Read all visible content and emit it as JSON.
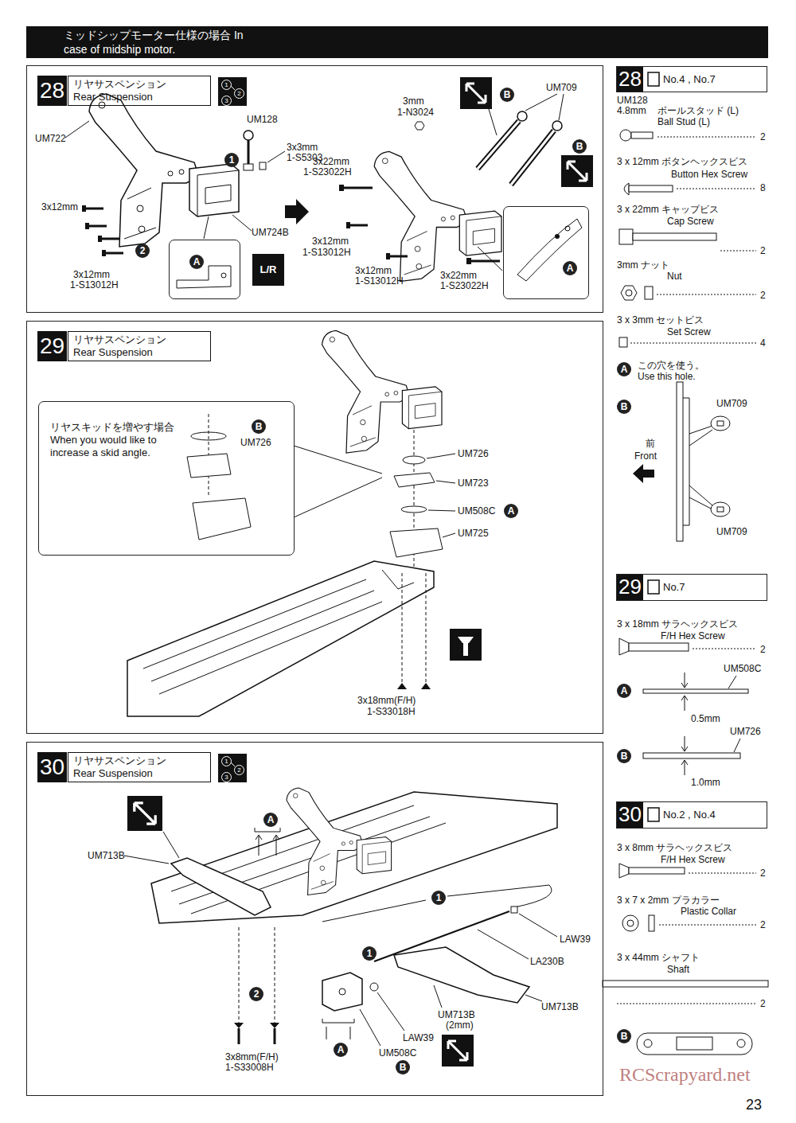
{
  "diagram": {
    "title": "ミッドシップモーター仕様の場合 In case of midship motor.",
    "nodes": [
      {
        "text": [
          "28",
          "リヤサスペンション Rear Suspension"
        ]
      },
      {
        "text": [
          "A"
        ],
        "in": 0
      },
      {
        "text": [
          "A"
        ],
        "in": 0
      },
      {
        "text": [
          "L/R"
        ],
        "in": 0
      },
      {
        "text": [
          "29",
          "リヤサスペンション Rear Suspension"
        ]
      },
      {
        "text": [
          "リヤスキッドを増やす場合 When you would like to increase a skid angle."
        ],
        "in": 4
      },
      {
        "text": [
          "30",
          "リヤサスペンション Rear Suspension"
        ]
      },
      {
        "text": [
          "28",
          "No.4 , No.7"
        ]
      },
      {
        "text": [
          "29",
          "No.7"
        ]
      },
      {
        "text": [
          "30",
          "No.2 , No.4"
        ]
      }
    ],
    "labels": [
      "1",
      "2",
      "3",
      "UM722",
      "UM128",
      "1",
      "3x3mm",
      "1-S5303",
      "3x12mm",
      "UM724B",
      "2",
      "3x12mm",
      "1-S13012H",
      "3mm",
      "1-N3024",
      "UM709",
      "B",
      "B",
      "3x22mm",
      "1-S23022H",
      "3x12mm",
      "1-S13012H",
      "3x12mm",
      "1-S13012H",
      "3x22mm",
      "1-S23022H",
      "B",
      "UM726",
      "UM726",
      "UM723",
      "UM508C",
      "A",
      "UM725",
      "3x18mm(F/H)",
      "1-S33018H",
      "1",
      "2",
      "3",
      "UM713B",
      "A",
      "1",
      "1",
      "LAW39",
      "LA230B",
      "UM713B",
      "UM713B",
      "(2mm)",
      "LAW39",
      "2",
      "3x8mm(F/H)",
      "1-S33008H",
      "A",
      "UM508C",
      "B",
      "UM128",
      "4.8mm",
      "ボールスタッド (L)",
      "Ball Stud (L)",
      "2",
      "3 x 12mm ボタンヘックスビス",
      "Button Hex Screw",
      "8",
      "3 x 22mm キャップビス",
      "Cap Screw",
      "2",
      "3mm ナット",
      "Nut",
      "2",
      "3 x 3mm セットビス",
      "Set Screw",
      "4",
      "A",
      "この穴を使う。",
      "Use this hole.",
      "B",
      "UM709",
      "前",
      "Front",
      "UM709",
      "3 x 18mm サラヘックスビス",
      "F/H Hex Screw",
      "2",
      "UM508C",
      "A",
      "0.5mm",
      "UM726",
      "B",
      "1.0mm",
      "3 x 8mm サラヘックスビス",
      "F/H Hex Screw",
      "2",
      "3 x 7 x 2mm プラカラー",
      "Plastic Collar",
      "2",
      "3 x 44mm シャフト",
      "Shaft",
      "2",
      "B",
      "RCScrapyard.net",
      "23"
    ]
  }
}
